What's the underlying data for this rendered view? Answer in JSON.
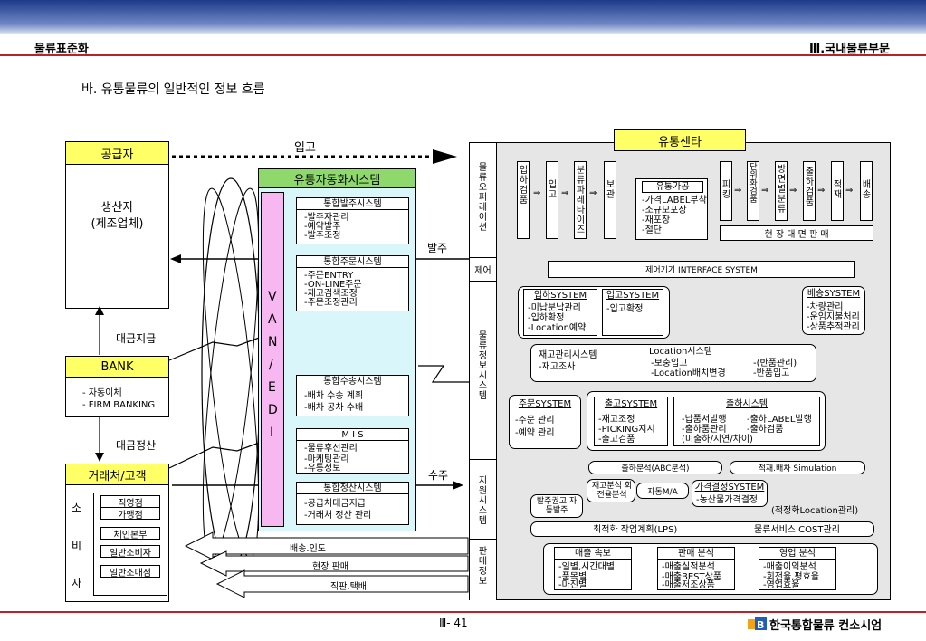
{
  "header": {
    "left": "물류표준화",
    "right": "Ⅲ.국내물류부문",
    "section_title": "바. 유통물류의 일반적인 정보 흐름"
  },
  "footer": {
    "page": "Ⅲ- 41",
    "company": "한국통합물류 컨소시엄"
  },
  "supplier": {
    "title": "공급자",
    "l1": "생산자",
    "l2": "(제조업체)"
  },
  "flows": {
    "ingo": "입고",
    "balju": "발주",
    "suju": "수주",
    "pay1": "대금지급",
    "pay2": "대금정산",
    "deliv": "배송.인도",
    "onsite": "현장 판매",
    "direct": "직판.택배"
  },
  "bank": {
    "title": "BANK",
    "l1": "- 자동이체",
    "l2": "- FIRM BANKING"
  },
  "customer": {
    "title": "거래처/고객",
    "c1": "소",
    "c2": "비",
    "c3": "자",
    "items": [
      "직영점",
      "가맹점",
      "체인본부",
      "일반소비자",
      "일반소매점"
    ]
  },
  "van": {
    "title": "유통자동화시스템",
    "letters": [
      "V",
      "A",
      "N",
      "/",
      "E",
      "D",
      "I"
    ]
  },
  "subsys": {
    "s1": {
      "title": "통합발주시스템",
      "l1": "-발주자관리",
      "l2": "-예약발주",
      "l3": "-발주조정"
    },
    "s2": {
      "title": "통합주문시스템",
      "l1": "-주문ENTRY",
      "l2": "-ON-LINE주문",
      "l3": "-재고검색조정",
      "l4": "-주문조정관리"
    },
    "s3": {
      "title": "통합수송시스템",
      "l1": "-배차 수송 계획",
      "l2": "-배차 공차 수배"
    },
    "s4": {
      "title": "M I S",
      "l1": "-물류후선관리",
      "l2": "-마케팅관리",
      "l3": "-유통정보"
    },
    "s5": {
      "title": "통합정산시스템",
      "l1": "-공급처대금지급",
      "l2": "-거래처 정산 관리"
    }
  },
  "center": {
    "title": "유통센타",
    "sections": {
      "ops": "물류오퍼레이션",
      "ctrl": "제어",
      "info": "물류정보시스템",
      "support": "지원시스템",
      "sales": "판매정보"
    },
    "ops_boxes": [
      "입하검품",
      "입고",
      "분류파레타이즈",
      "보관",
      "피킹",
      "단위화검품",
      "방면별분류",
      "출하검품",
      "적재",
      "배송"
    ],
    "process": {
      "title": "유통가공",
      "l1": "-가격LABEL부착",
      "l2": "-소규모포장",
      "l3": "-재포장",
      "l4": "-절단"
    },
    "onsite_sales": "현 장 대 면 판 매",
    "control_if": "제어기기 INTERFACE SYSTEM",
    "inbound": {
      "title": "입하SYSTEM",
      "l1": "-미납분납관리",
      "l2": "-입하확정",
      "l3": "-Location예약"
    },
    "stockin": {
      "title": "입고SYSTEM",
      "l1": "-입고확정"
    },
    "delivery": {
      "title": "배송SYSTEM",
      "l1": "-차량관리",
      "l2": "-운임지불처리",
      "l3": "-상품추적관리"
    },
    "inventory": {
      "title": "재고관리시스템",
      "l1": "-재고조사",
      "loc": "Location시스템",
      "l2": "-보충입고",
      "l3": "-Location배치변경",
      "l4": "-(반품관리)",
      "l5": "-반품입고"
    },
    "order": {
      "title": "주문SYSTEM",
      "l1": "-주문 관리",
      "l2": "-예약 관리"
    },
    "release": {
      "title": "출고SYSTEM",
      "l1": "-재고조정",
      "l2": "-PICKING지시",
      "l3": "-출고검품"
    },
    "ship": {
      "title": "출하시스템",
      "l1": "-납품서발행",
      "l2": "-출하품관리",
      "l3": "(미출하/지연/차이)",
      "l4": "-출하LABEL발행",
      "l5": "-출하검품"
    },
    "support": {
      "abc": "출하분석(ABC분석)",
      "sim": "적재.배차 Simulation",
      "stock_rate": "재고분석 회전율분석",
      "auto": "자동M/A",
      "price": "가격결정SYSTEM",
      "price_l1": "-농산물가격결정",
      "loc": "(적정화Location관리)",
      "reorder": "발주권고 자동발주",
      "lps": "최적화 작업계획(LPS)",
      "cost": "물류서비스 COST관리"
    },
    "sales": {
      "a": {
        "title": "매출 속보",
        "l1": "-일별,시간대별",
        "l2": "-품목별",
        "l3": "-마진별"
      },
      "b": {
        "title": "판매 분석",
        "l1": "-매출실적분석",
        "l2": "-매출BEST상품",
        "l3": "-매출저조상품"
      },
      "c": {
        "title": "영업 분석",
        "l1": "-매출이익분석",
        "l2": "-회전율,평효율",
        "l3": "-영업효율"
      }
    }
  }
}
